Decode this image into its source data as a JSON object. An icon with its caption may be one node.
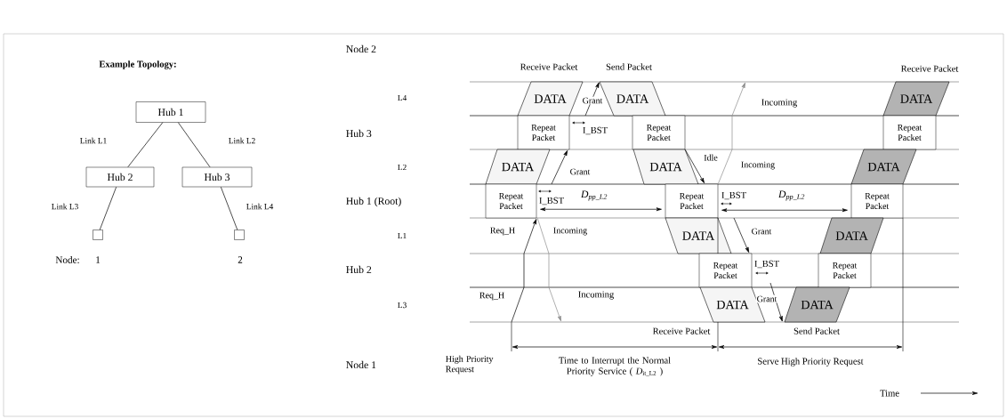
{
  "diagram": {
    "nodes": [
      {
        "text": [
          "Hub 1"
        ]
      },
      {
        "text": [
          "Hub 2"
        ]
      },
      {
        "text": [
          "Hub 3"
        ]
      },
      {
        "text": [],
        "shape": "box",
        "beside": [
          "1"
        ]
      },
      {
        "text": [],
        "shape": "box",
        "beside": [
          "2"
        ]
      },
      {
        "text": [
          "DATA"
        ],
        "beside": [
          "Receive Packet"
        ]
      },
      {
        "text": [
          "DATA"
        ],
        "beside": [
          "Send Packet"
        ]
      },
      {
        "text": [
          "DATA"
        ],
        "beside": [
          "Receive Packet"
        ]
      },
      {
        "text": [
          "Repeat Packet"
        ]
      },
      {
        "text": [
          "Repeat Packet"
        ]
      },
      {
        "text": [
          "Repeat Packet"
        ]
      },
      {
        "text": [
          "DATA"
        ]
      },
      {
        "text": [
          "DATA"
        ]
      },
      {
        "text": [
          "DATA"
        ]
      },
      {
        "text": [
          "Repeat Packet"
        ]
      },
      {
        "text": [
          "Repeat Packet"
        ]
      },
      {
        "text": [
          "Repeat Packet"
        ]
      },
      {
        "text": [
          "DATA"
        ]
      },
      {
        "text": [
          "DATA"
        ]
      },
      {
        "text": [
          "Repeat Packet"
        ]
      },
      {
        "text": [
          "Repeat Packet"
        ]
      },
      {
        "text": [
          "DATA"
        ],
        "beside": [
          "Receive Packet"
        ]
      },
      {
        "text": [
          "DATA"
        ],
        "beside": [
          "Send Packet"
        ]
      }
    ],
    "edges": [
      {
        "from": 0,
        "to": 1,
        "arrow": "none",
        "label": "Link L1"
      },
      {
        "from": 0,
        "to": 2,
        "arrow": "none",
        "label": "Link L2"
      },
      {
        "from": 1,
        "to": 3,
        "arrow": "none",
        "label": "Link L3"
      },
      {
        "from": 2,
        "to": 4,
        "arrow": "none",
        "label": "Link L4"
      },
      {
        "from": null,
        "to": 6,
        "arrow": "to",
        "label": "Grant"
      },
      {
        "from": null,
        "to": 8,
        "arrow": "to",
        "label": "Grant"
      },
      {
        "from": 9,
        "to": 15,
        "arrow": "to",
        "label": "Idle"
      },
      {
        "from": 15,
        "to": null,
        "arrow": "to",
        "label": "Incoming",
        "color": "#8c8c8c"
      },
      {
        "from": null,
        "to": 14,
        "arrow": "to",
        "label": "Req_H"
      },
      {
        "from": 14,
        "to": null,
        "arrow": "to",
        "label": "Incoming",
        "color": "#8c8c8c"
      },
      {
        "from": null,
        "to": 19,
        "arrow": "to",
        "label": "Grant"
      },
      {
        "from": null,
        "to": 22,
        "arrow": "to",
        "label": "Grant"
      },
      {
        "from": 14,
        "to": 15,
        "arrow": "both",
        "label": "D$_{pp_L2}$"
      },
      {
        "from": 15,
        "to": 16,
        "arrow": "both",
        "label": "D$_{pp_L2}$"
      }
    ],
    "labels": [
      "Example Topology:",
      "Node:",
      "Node 2",
      "L4",
      "Hub 3",
      "I_BST",
      "L2",
      "Hub 1 (Root)",
      "I_BST",
      "I_BST",
      "L1",
      "Hub 2",
      "I_BST",
      "L3",
      "Req_H",
      "Incoming",
      "Incoming",
      "Node 1",
      "High Priority Request",
      "Time to Interrupt the Normal Priority Service ( *D*$_{it_L2}$ )",
      "Serve High Priority Request",
      "Time"
    ]
  }
}
